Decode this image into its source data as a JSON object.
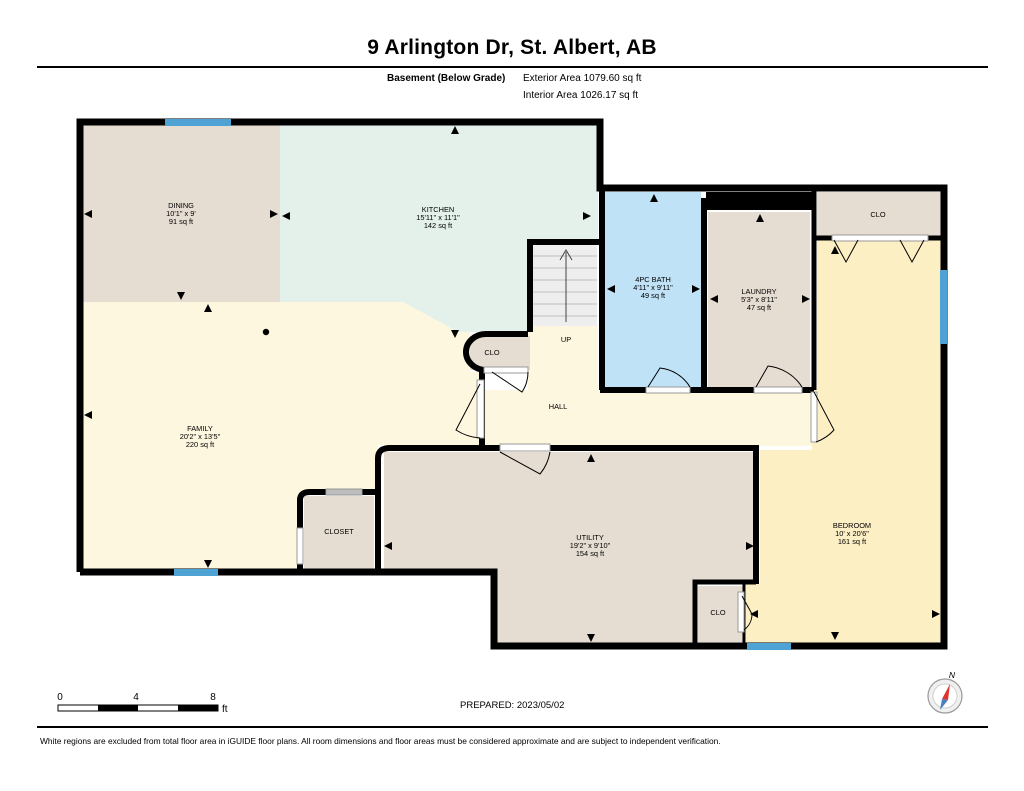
{
  "header": {
    "title": "9 Arlington Dr, St. Albert, AB",
    "floor_label": "Basement (Below Grade)",
    "exterior_area": "Exterior Area 1079.60 sq ft",
    "interior_area": "Interior Area 1026.17 sq ft"
  },
  "rooms": {
    "dining": {
      "name": "DINING",
      "dims": "10'1\" x 9'",
      "area": "91 sq ft"
    },
    "kitchen": {
      "name": "KITCHEN",
      "dims": "15'11\" x 11'1\"",
      "area": "142 sq ft"
    },
    "bath": {
      "name": "4PC BATH",
      "dims": "4'11\" x 9'11\"",
      "area": "49 sq ft"
    },
    "laundry": {
      "name": "LAUNDRY",
      "dims": "5'3\" x 8'11\"",
      "area": "47 sq ft"
    },
    "clo_top": {
      "name": "CLO"
    },
    "clo_mid": {
      "name": "CLO"
    },
    "up": {
      "name": "UP"
    },
    "hall": {
      "name": "HALL"
    },
    "family": {
      "name": "FAMILY",
      "dims": "20'2\" x 13'5\"",
      "area": "220 sq ft"
    },
    "closet": {
      "name": "CLOSET"
    },
    "utility": {
      "name": "UTILITY",
      "dims": "19'2\" x 9'10\"",
      "area": "154 sq ft"
    },
    "clo_bottom": {
      "name": "CLO"
    },
    "bedroom": {
      "name": "BEDROOM",
      "dims": "10' x 20'6\"",
      "area": "161 sq ft"
    }
  },
  "scale": {
    "ticks": [
      "0",
      "4",
      "8"
    ],
    "unit": "ft"
  },
  "compass": {
    "label": "N"
  },
  "prepared": "PREPARED: 2023/05/02",
  "disclaimer": "White regions are excluded from total floor area in iGUIDE floor plans. All room dimensions and floor areas must be considered approximate and are subject to independent verification.",
  "colors": {
    "dining": "#e6ddd2",
    "kitchen": "#e3f1ea",
    "bath": "#bfe2f7",
    "laundry": "#e6ddd2",
    "family": "#fdf7e0",
    "hall": "#fdf7e0",
    "utility": "#e6ddd2",
    "bedroom": "#fdefc4",
    "closet": "#e6ddd2",
    "stairs": "#eeeeee",
    "wall": "#000000",
    "window": "#4ea3d4"
  }
}
